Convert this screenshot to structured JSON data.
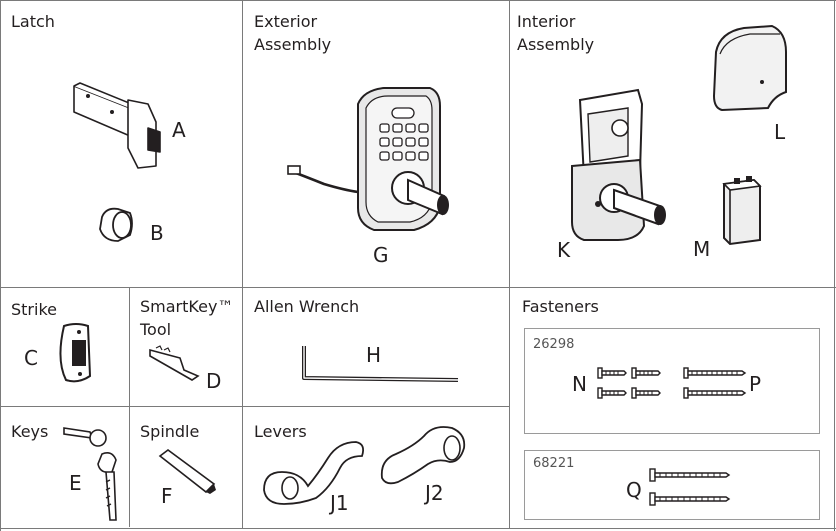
{
  "sections": {
    "latch": "Latch",
    "exterior": [
      "Exterior",
      "Assembly"
    ],
    "interior": [
      "Interior",
      "Assembly"
    ],
    "strike": "Strike",
    "smartkey": [
      "SmartKey™",
      "Tool"
    ],
    "allen": "Allen Wrench",
    "fasteners": "Fasteners",
    "keys": "Keys",
    "spindle": "Spindle",
    "levers": "Levers"
  },
  "labels": {
    "A": "A",
    "B": "B",
    "G": "G",
    "K": "K",
    "L": "L",
    "M": "M",
    "C": "C",
    "D": "D",
    "H": "H",
    "N": "N",
    "P": "P",
    "E": "E",
    "F": "F",
    "J1": "J1",
    "J2": "J2",
    "Q": "Q"
  },
  "part_numbers": {
    "upper": "26298",
    "lower": "68221"
  }
}
